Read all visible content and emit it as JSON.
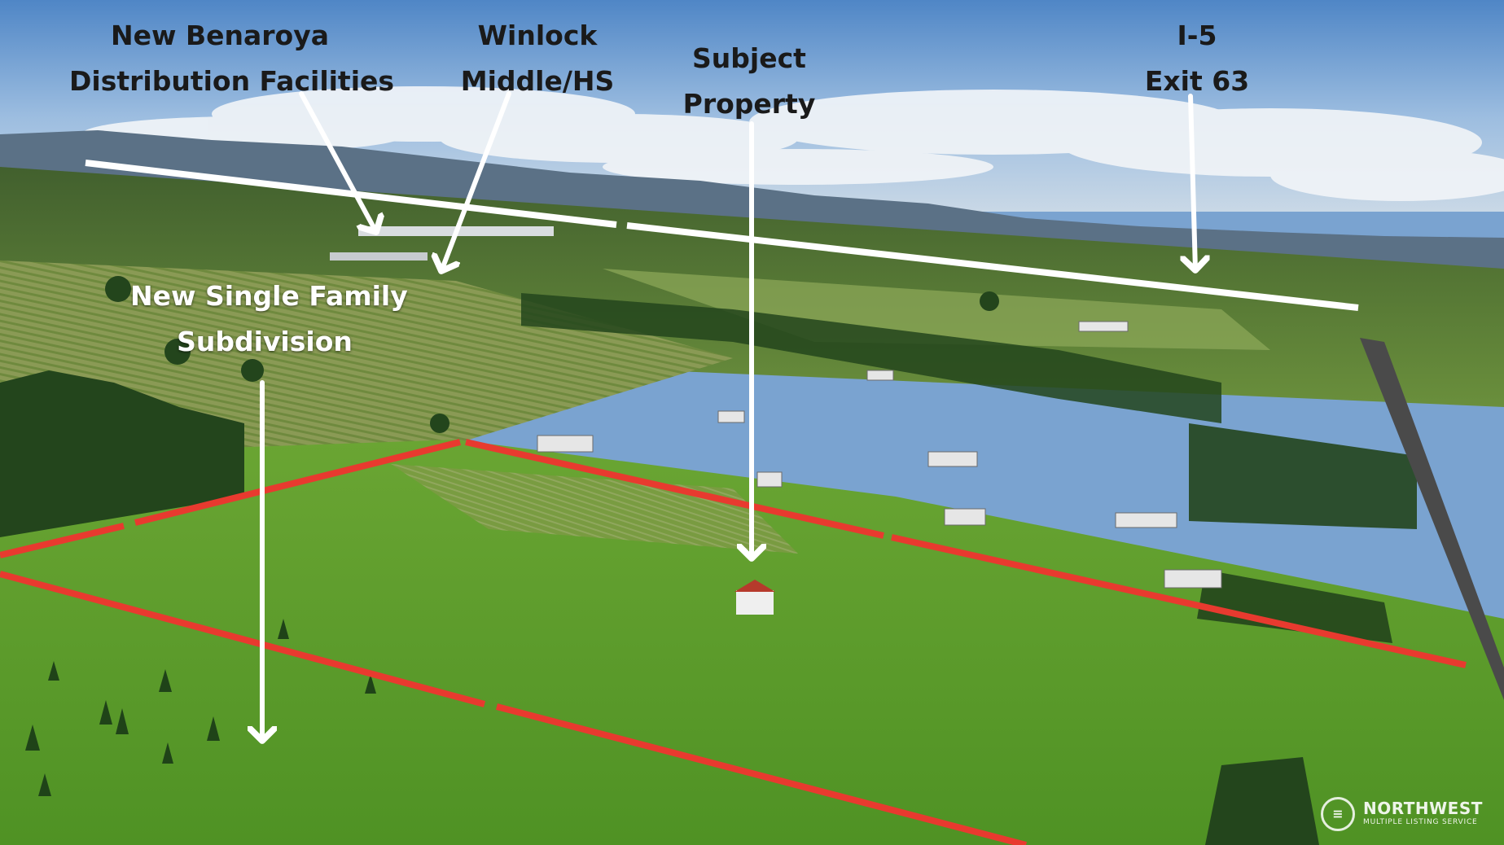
{
  "labels": {
    "benaroya": [
      "New Benaroya",
      "Distribution Facilities"
    ],
    "winlock": [
      "Winlock",
      "Middle/HS"
    ],
    "subject": [
      "Subject",
      "Property"
    ],
    "i5": [
      "I-5",
      "Exit 63"
    ],
    "subdivision": [
      "New Single Family",
      "Subdivision"
    ]
  },
  "watermark": {
    "name": "NORTHWEST",
    "subtitle": "MULTIPLE LISTING SERVICE",
    "logo_icon": "nwmls-logo-icon"
  },
  "colors": {
    "sky": "#6f9fd4",
    "field": "#5c9a2c",
    "boundary": "#e83a2f",
    "arrow": "#ffffff",
    "highway_line": "#ffffff"
  }
}
